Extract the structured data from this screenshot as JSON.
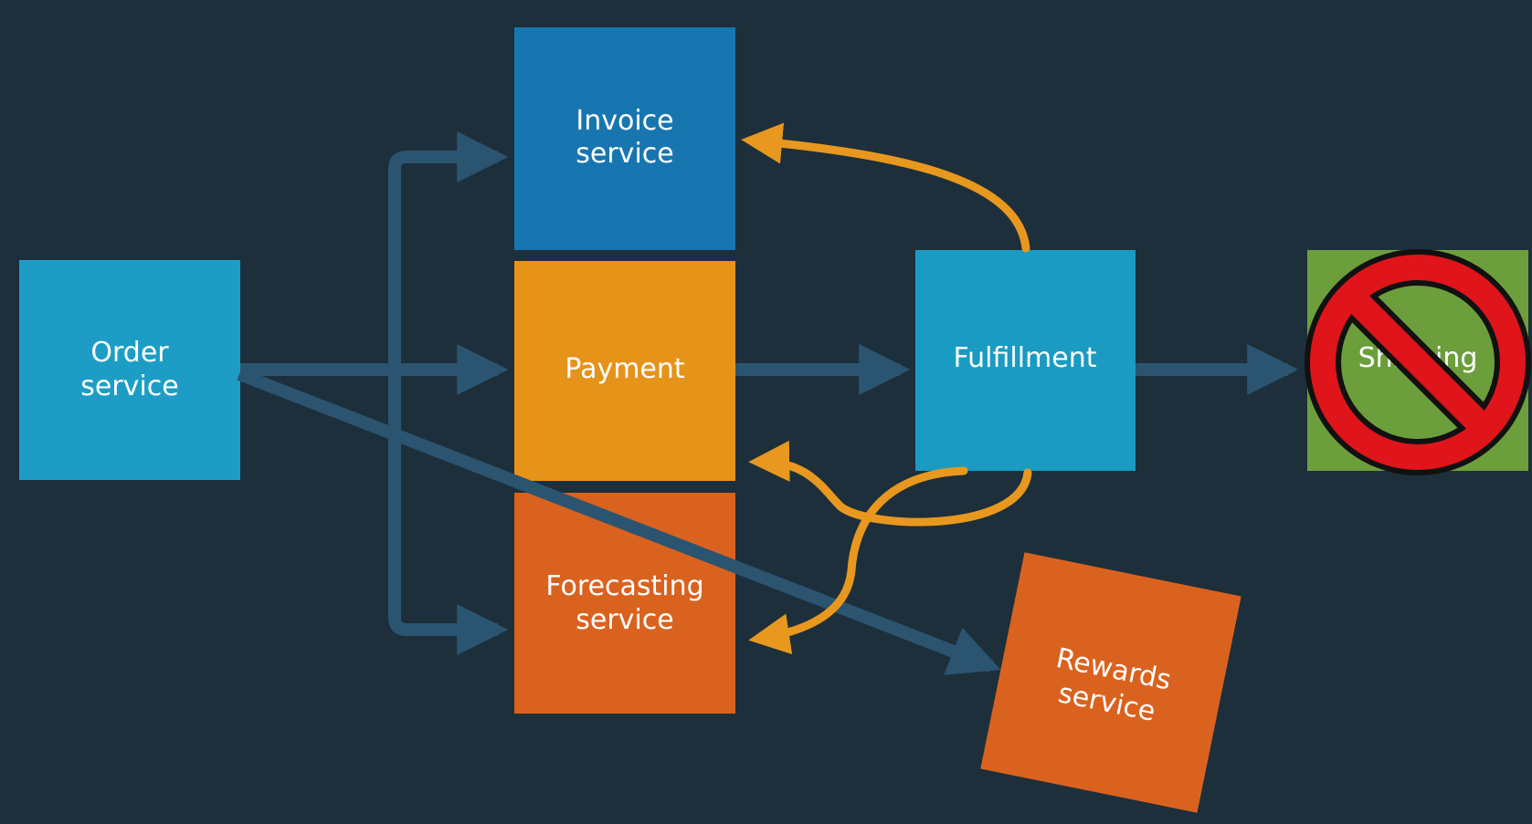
{
  "colors": {
    "background": "#1d2f3b",
    "arrow_blue": "#2b5470",
    "arrow_orange": "#e8981e",
    "order": "#1d9dc6",
    "invoice": "#1776b0",
    "payment": "#e6931a",
    "forecasting": "#da621f",
    "fulfillment": "#1a9bc2",
    "rewards": "#da621f",
    "shipping": "#6c9f3c",
    "prohibition": "#e0141b"
  },
  "nodes": {
    "order": {
      "line1": "Order",
      "line2": "service"
    },
    "invoice": {
      "line1": "Invoice",
      "line2": "service"
    },
    "payment": {
      "line1": "Payment"
    },
    "forecasting": {
      "line1": "Forecasting",
      "line2": "service"
    },
    "fulfillment": {
      "line1": "Fulfillment"
    },
    "rewards": {
      "line1": "Rewards",
      "line2": "service"
    },
    "shipping": {
      "label": "Shipping",
      "icon": "prohibited-icon"
    }
  }
}
